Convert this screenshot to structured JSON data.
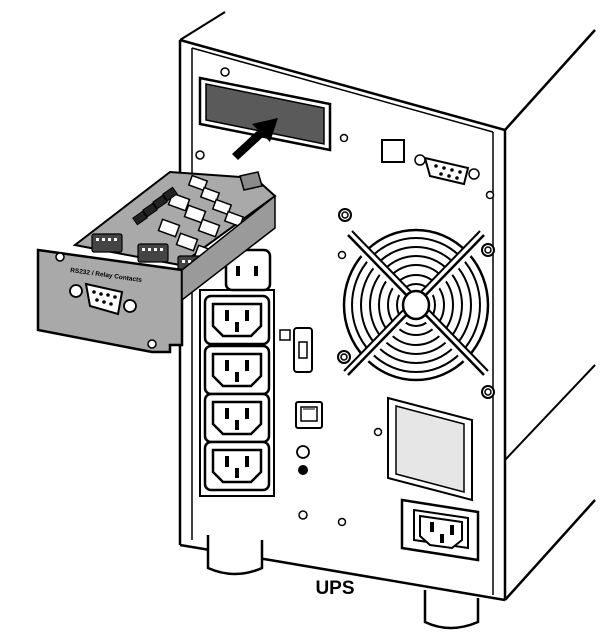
{
  "figure": {
    "caption": "UPS",
    "card_label": "RS232 / Relay Contacts"
  },
  "components": {
    "ups_unit": "ups",
    "option_card": "rs232-relay-card",
    "insertion_direction": "into-slot"
  },
  "colors": {
    "card_fill": "#a9a9a9",
    "outline": "#000000",
    "background": "#ffffff"
  }
}
